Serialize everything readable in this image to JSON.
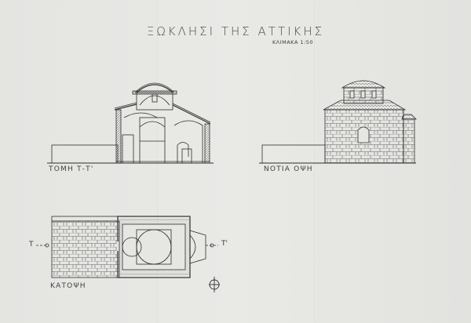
{
  "title": "ΞΩΚΛΗΣΙ ΤΗΣ ΑΤΤΙΚΗΣ",
  "scale": "ΚΛΙΜΑΚΑ 1:50",
  "drawings": {
    "section_label": "ΤΟΜΗ Τ-Τ'",
    "elevation_label": "ΝΟΤΙΑ ΟΨΗ",
    "plan_label": "ΚΑΤΟΨΗ",
    "section_mark_left": "Τ",
    "section_mark_right": "Τ'"
  },
  "colors": {
    "paper": "#e6e6e3",
    "ink": "#2e2e2e"
  },
  "icons": [
    "north-arrow-icon"
  ]
}
